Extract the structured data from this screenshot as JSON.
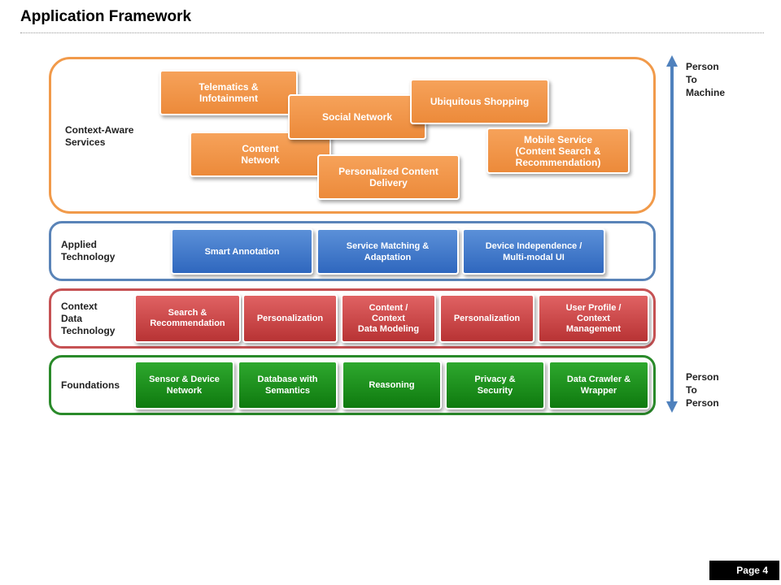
{
  "title": "Application Framework",
  "layers": {
    "context_aware": {
      "label": "Context-Aware\nServices",
      "services": [
        "Telematics &\nInfotainment",
        "Content\nNetwork",
        "Social Network",
        "Personalized Content\nDelivery",
        "Ubiquitous Shopping",
        "Mobile Service\n(Content  Search &\nRecommendation)"
      ]
    },
    "applied": {
      "label": "Applied\nTechnology",
      "items": [
        "Smart Annotation",
        "Service Matching &\nAdaptation",
        "Device Independence /\nMulti-modal  UI"
      ]
    },
    "context_data": {
      "label": "Context\nData\nTechnology",
      "items": [
        "Search &\nRecommendation",
        "Personalization",
        "Content /\nContext\nData Modeling",
        "Personalization",
        "User Profile /\nContext\nManagement"
      ]
    },
    "foundations": {
      "label": "Foundations",
      "items": [
        "Sensor & Device\nNetwork",
        "Database with\nSemantics",
        "Reasoning",
        "Privacy &\nSecurity",
        "Data Crawler &\nWrapper"
      ]
    }
  },
  "axis": {
    "top": "Person\nTo\nMachine",
    "bottom": "Person\nTo\nPerson"
  },
  "page": "Page 4",
  "colors": {
    "orange": "#f19a4a",
    "blue": "#5a84b8",
    "red": "#c65254",
    "green": "#2a8a2a",
    "arrow": "#4f81bd"
  }
}
